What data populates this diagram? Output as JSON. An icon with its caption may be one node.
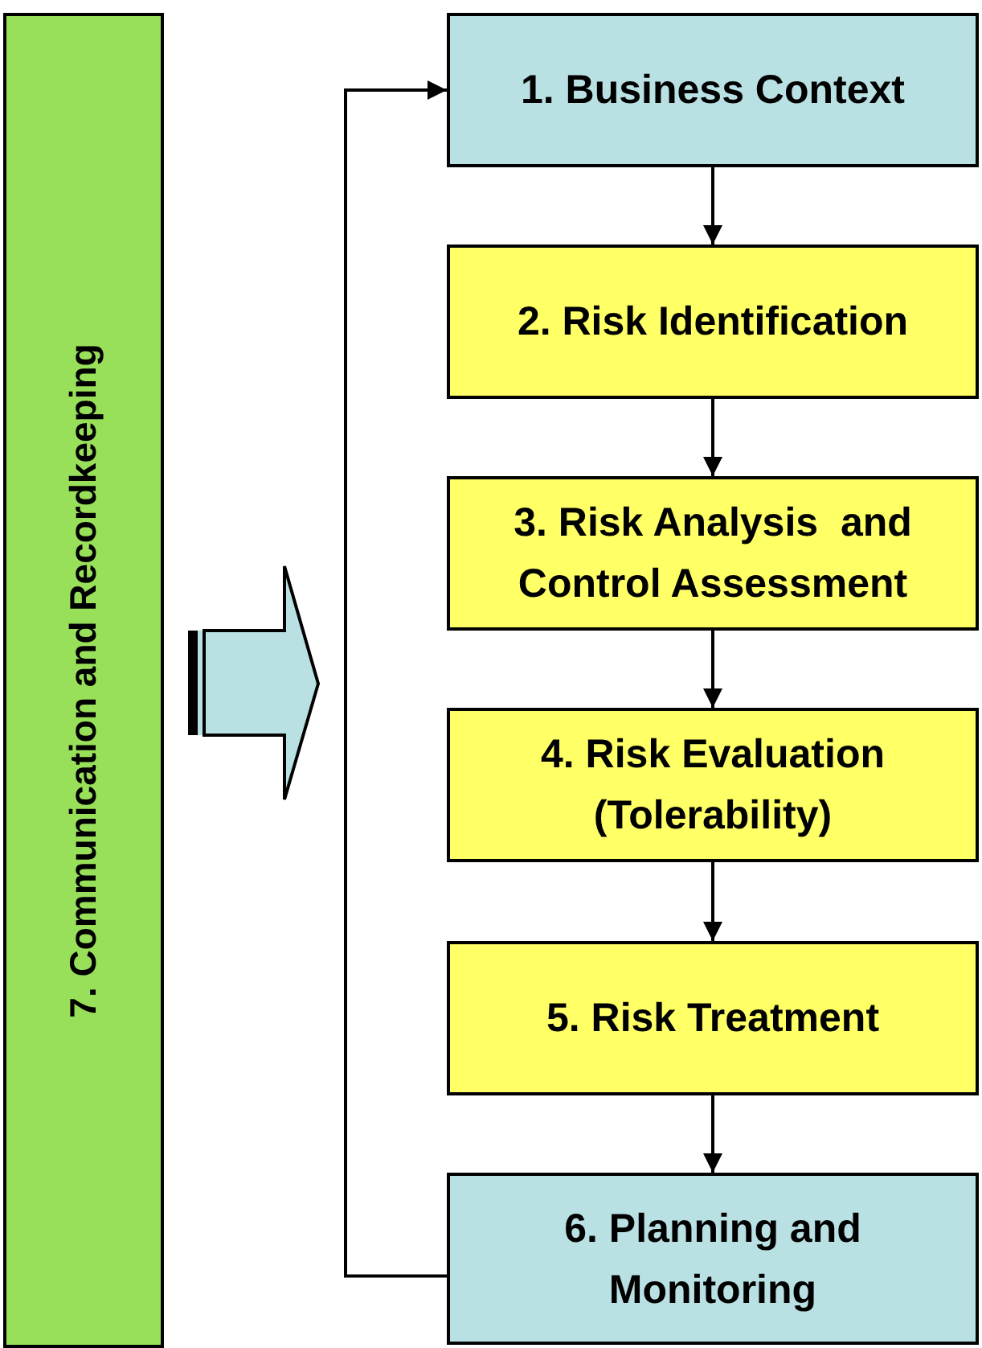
{
  "diagram": {
    "nodes": [
      {
        "text": [
          "7. Communication and Recordkeeping"
        ]
      },
      {
        "text": [
          "1. Business Context"
        ]
      },
      {
        "text": [
          "2. Risk Identification"
        ]
      },
      {
        "text": [
          "3. Risk Analysis  and Control Assessment"
        ]
      },
      {
        "text": [
          "4. Risk Evaluation (Tolerability)"
        ]
      },
      {
        "text": [
          "5. Risk Treatment"
        ]
      },
      {
        "text": [
          "6. Planning and Monitoring"
        ]
      }
    ],
    "edges": [
      {
        "from": 1,
        "to": 2,
        "arrow": "to"
      },
      {
        "from": 2,
        "to": 3,
        "arrow": "to"
      },
      {
        "from": 3,
        "to": 4,
        "arrow": "to"
      },
      {
        "from": 4,
        "to": 5,
        "arrow": "to"
      },
      {
        "from": 5,
        "to": 6,
        "arrow": "to"
      },
      {
        "from": 6,
        "to": 1,
        "arrow": "to"
      }
    ]
  }
}
